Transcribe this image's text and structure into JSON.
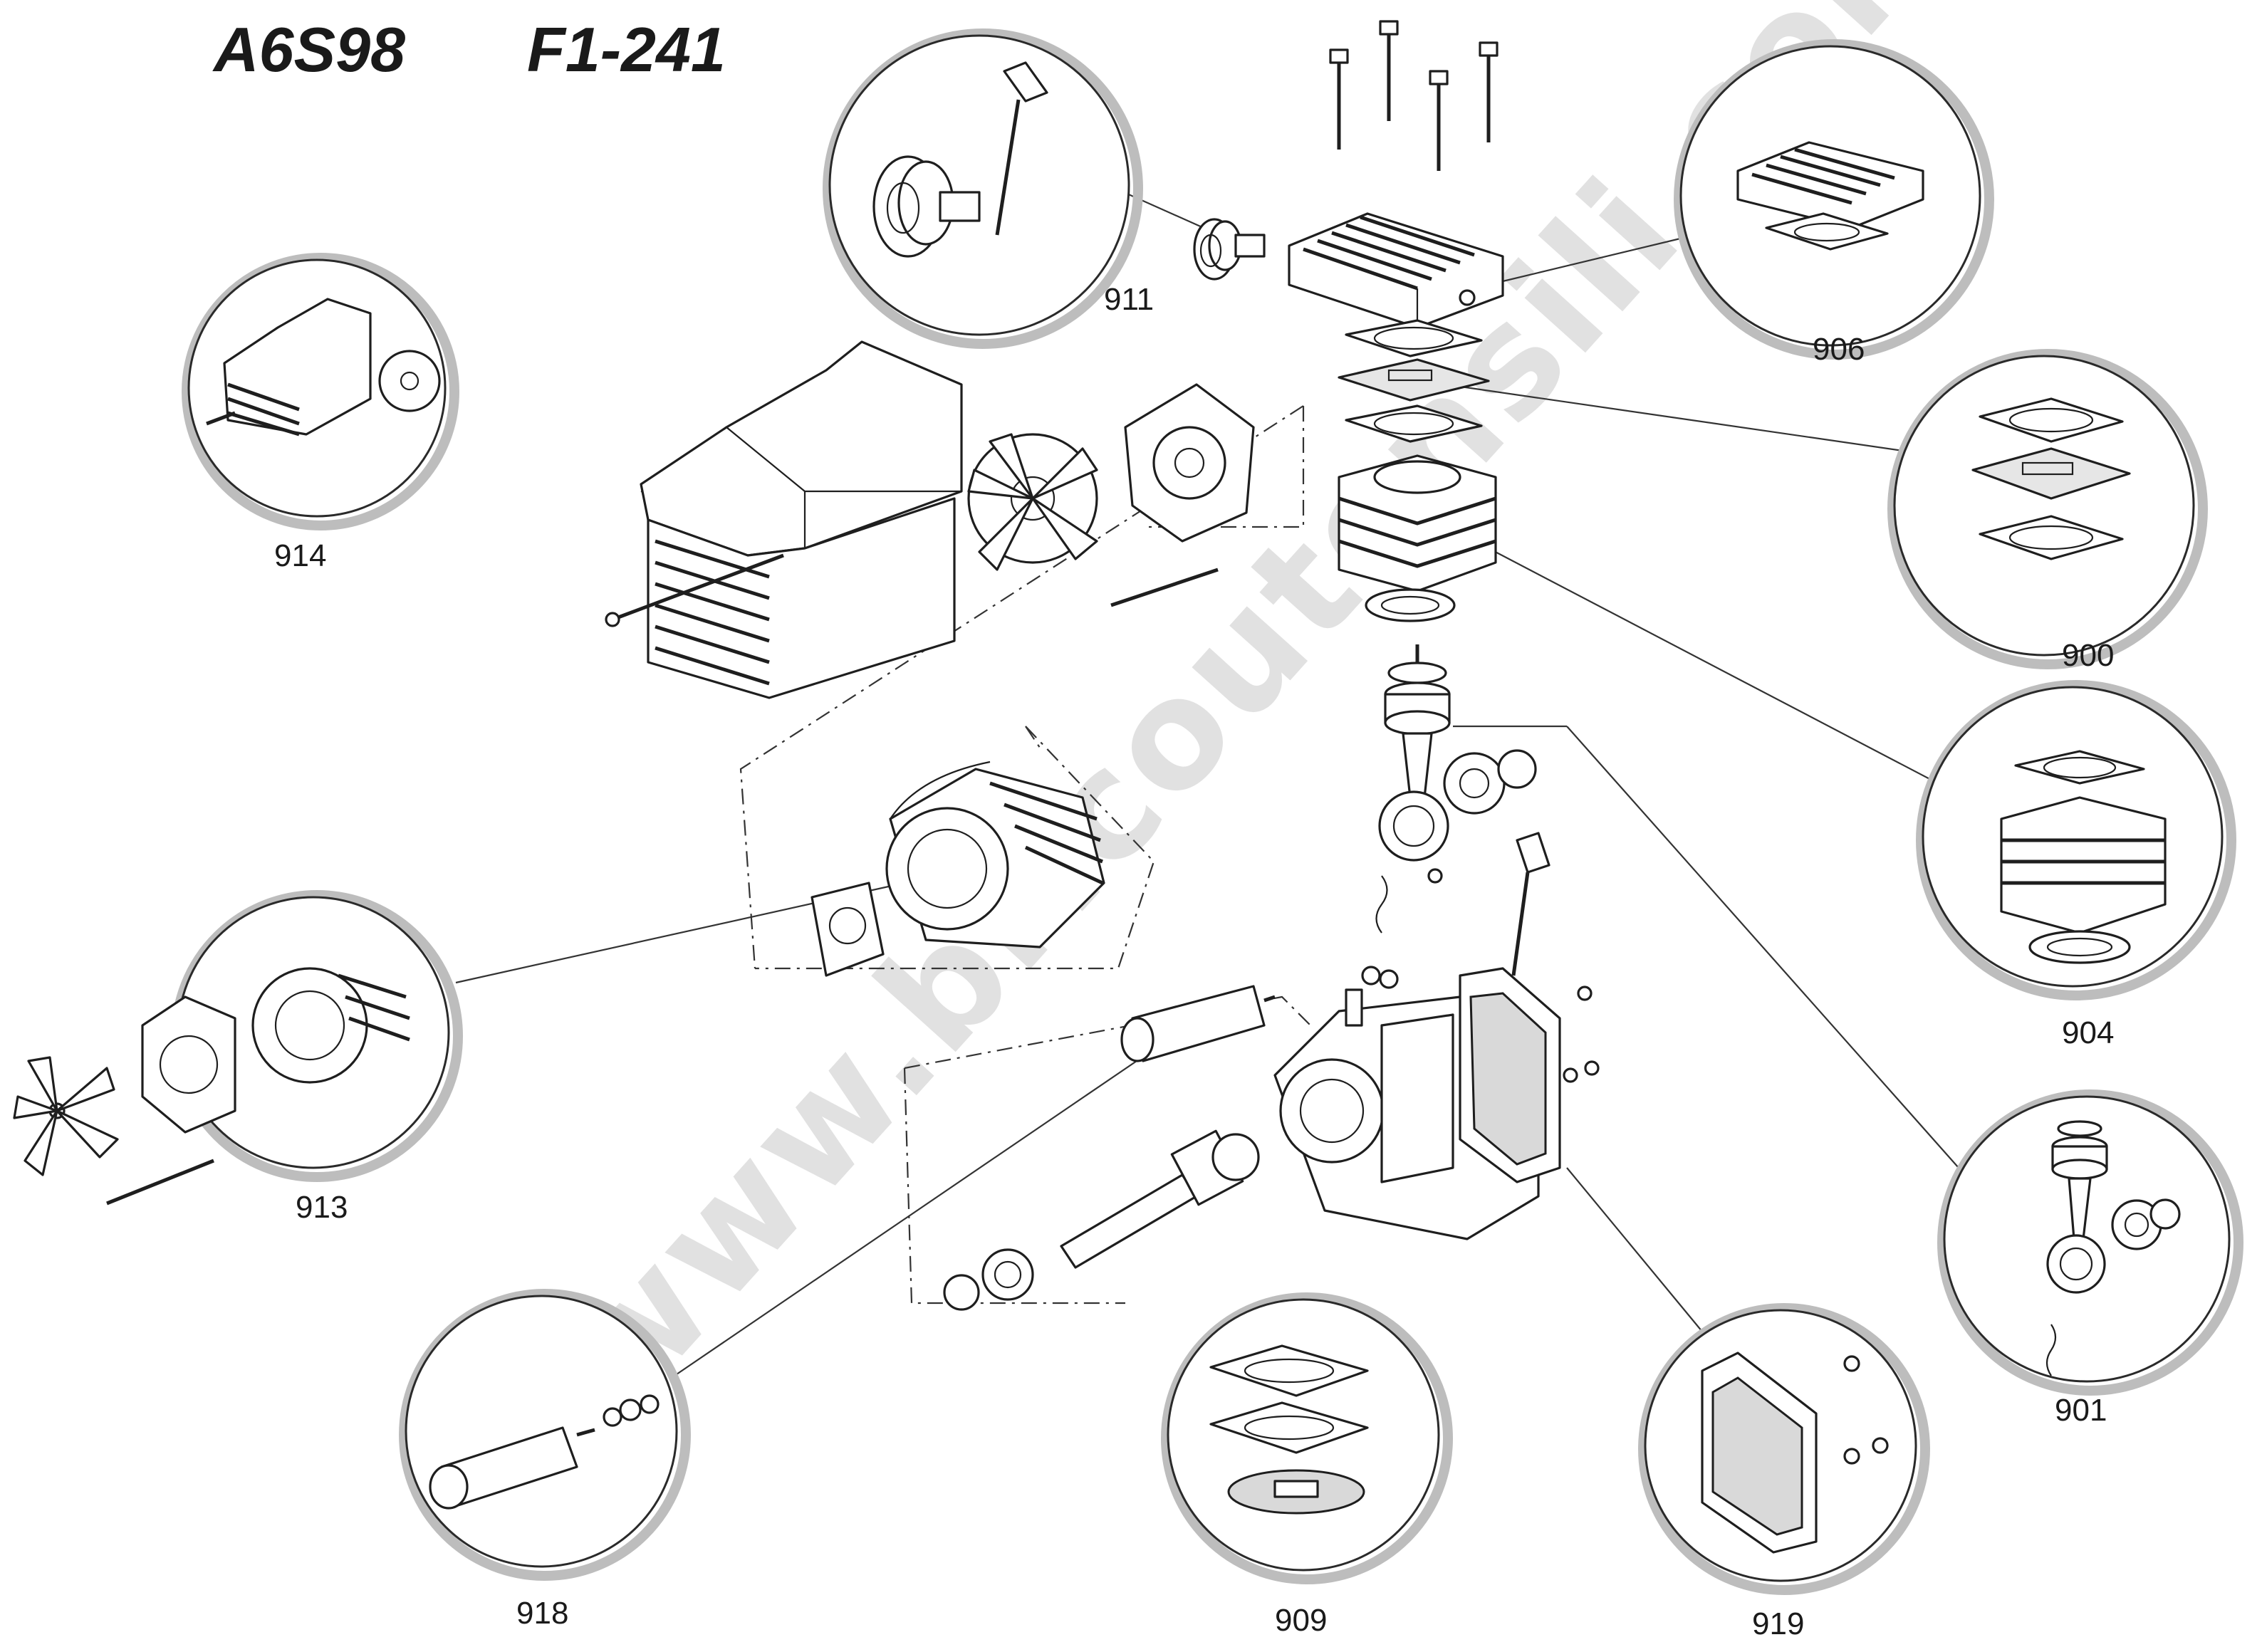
{
  "header": {
    "model": "A6S98",
    "code": "F1-241"
  },
  "watermark": "www.bricoutensili.com",
  "callouts": {
    "911": "911",
    "906": "906",
    "914": "914",
    "900": "900",
    "904": "904",
    "913": "913",
    "901": "901",
    "918": "918",
    "909": "909",
    "919": "919"
  },
  "colors": {
    "ink": "#1e1e1e",
    "watermark": "#c8c8c8",
    "circle_shadow": "#bdbdbd"
  }
}
